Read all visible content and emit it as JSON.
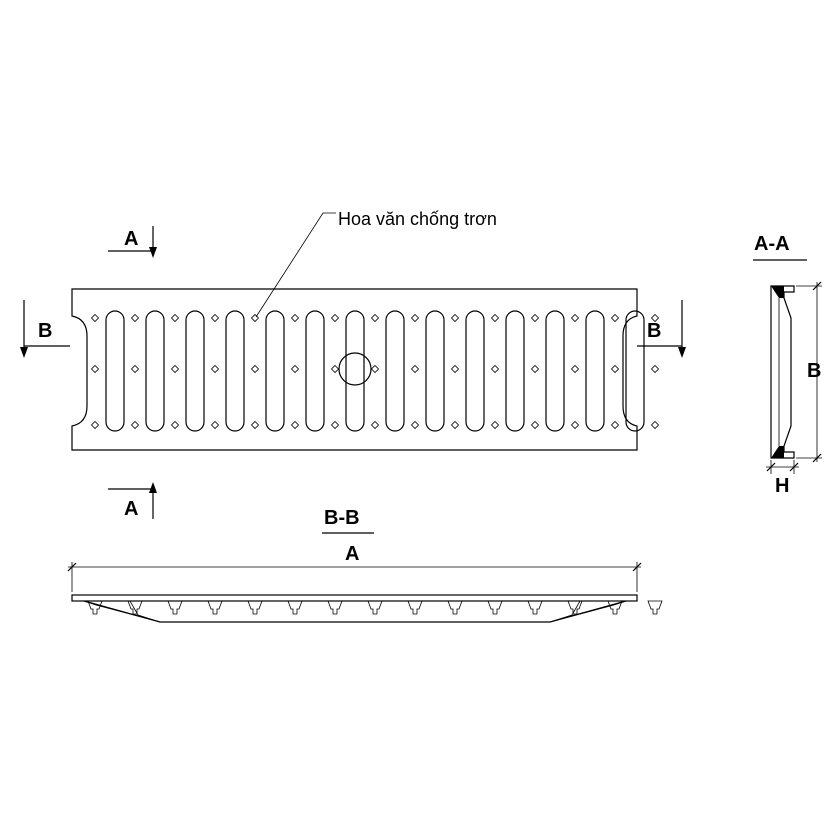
{
  "annotation": "Hoa văn chống trơn",
  "section_marks": {
    "a_top": "A",
    "a_bottom": "A",
    "b_left": "B",
    "b_right": "B"
  },
  "views": {
    "section_aa_title": "A-A",
    "section_bb_title": "B-B"
  },
  "dimensions": {
    "length": "A",
    "width": "B",
    "height": "H"
  },
  "grate": {
    "slot_count": 14,
    "center_hole": true
  }
}
